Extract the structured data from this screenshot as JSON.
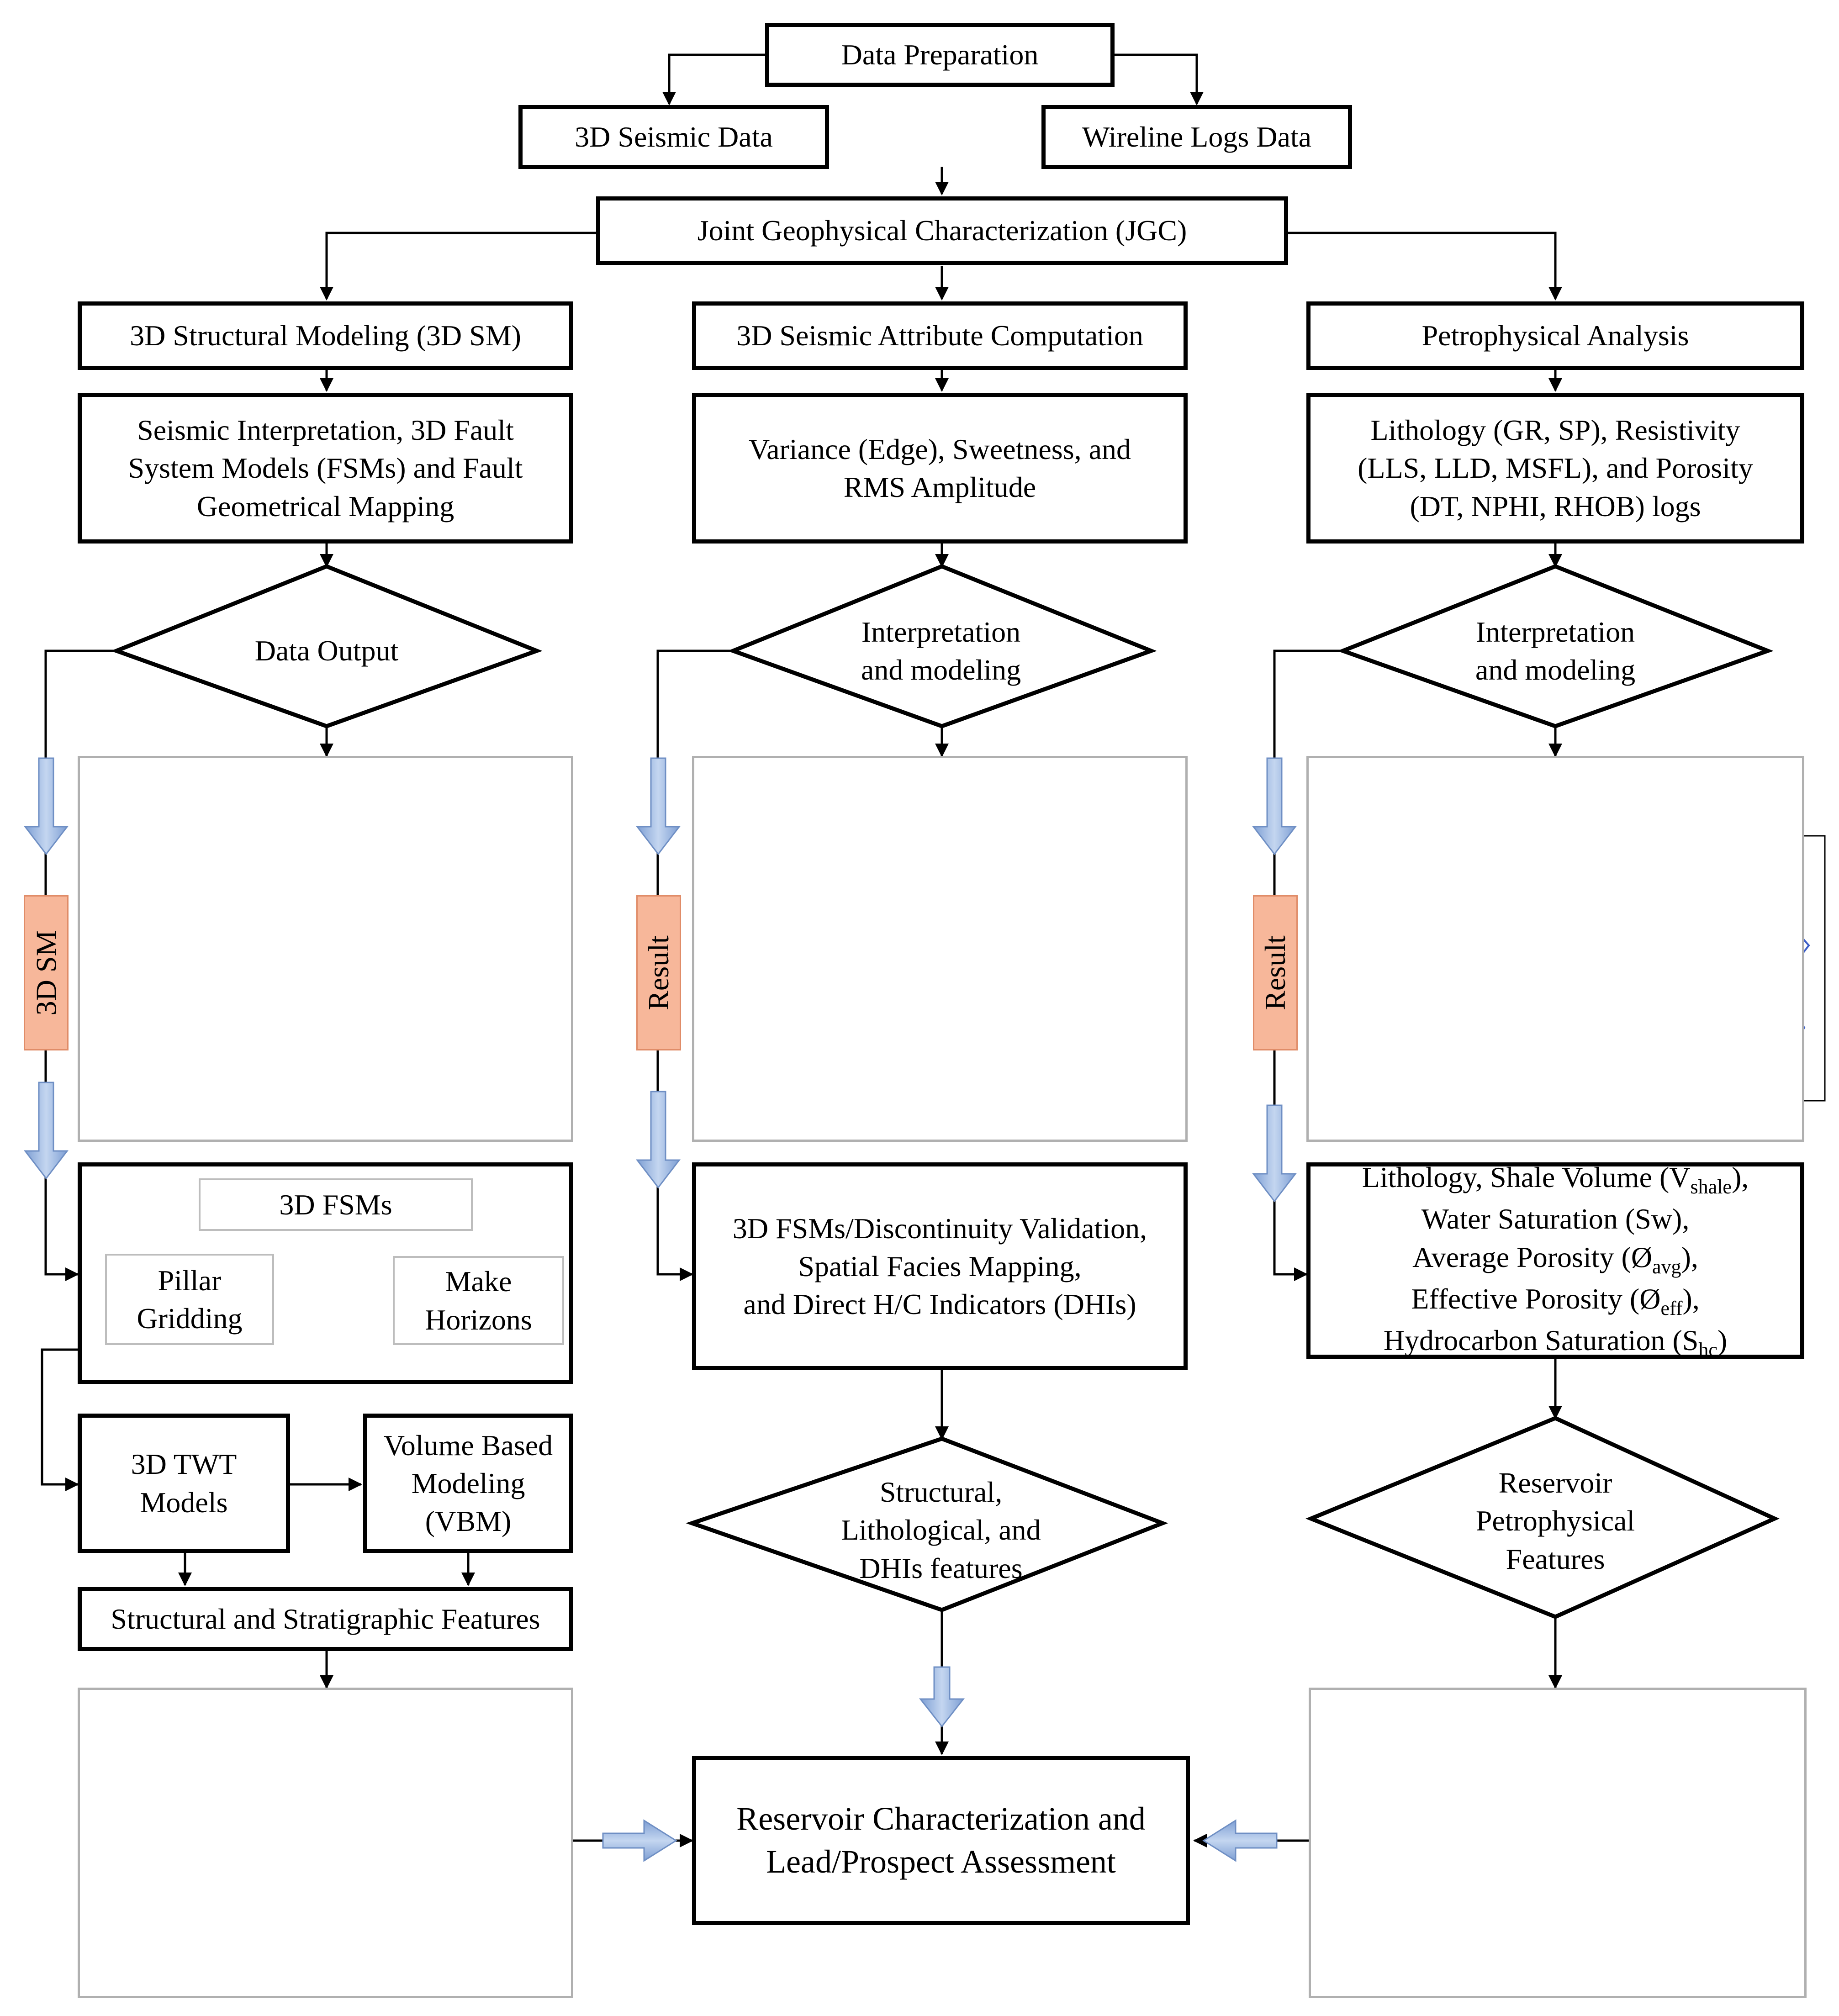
{
  "boxes": {
    "data_preparation": "Data Preparation",
    "seismic_data": "3D Seismic Data",
    "wireline_logs": "Wireline Logs Data",
    "jgc": "Joint Geophysical Characterization (JGC)",
    "structural_modeling": "3D Structural Modeling (3D SM)",
    "seismic_attribute": "3D Seismic Attribute Computation",
    "petrophysical_analysis": "Petrophysical Analysis",
    "seismic_interpretation": "Seismic Interpretation, 3D Fault\nSystem Models (FSMs) and Fault\nGeometrical Mapping",
    "variance_sweetness": "Variance (Edge), Sweetness, and\nRMS Amplitude",
    "lithology_logs": "Lithology (GR, SP), Resistivity\n(LLS, LLD, MSFL), and Porosity\n(DT, NPHI, RHOB) logs",
    "fsm_group": {
      "fsms": "3D FSMs",
      "pillar_gridding": "Pillar\nGridding",
      "make_horizons": "Make\nHorizons"
    },
    "validation": "3D FSMs/Discontinuity Validation,\nSpatial Facies Mapping,\nand Direct H/C Indicators (DHIs)",
    "saturation": {
      "line1": "Lithology, Shale Volume (V",
      "line1_sub": "shale",
      "line1_end": "),",
      "line2": "Water Saturation (Sw),",
      "line3": "Average Porosity (Ø",
      "line3_sub": "avg",
      "line3_end": "),",
      "line4": "Effective Porosity (Ø",
      "line4_sub": "eff",
      "line4_end": "),",
      "line5": "Hydrocarbon Saturation (S",
      "line5_sub": "hc",
      "line5_end": ")"
    },
    "twt_models": "3D TWT\nModels",
    "vbm": "Volume Based\nModeling\n(VBM)",
    "struct_strat": "Structural and Stratigraphic Features",
    "reservoir": "Reservoir Characterization and\nLead/Prospect Assessment"
  },
  "diamonds": {
    "data_output": "Data Output",
    "interp_middle": "Interpretation\nand modeling",
    "interp_right": "Interpretation\nand modeling",
    "features_middle": "Structural,\nLithological, and\nDHIs features",
    "features_right": "Reservoir\nPetrophysical\nFeatures"
  },
  "side_tags": {
    "left": "3D SM",
    "middle": "Result",
    "right": "Result"
  },
  "colors": {
    "box_border": "#000000",
    "tag_fill": "#f7b79a",
    "arrow_fill": "#9bb7e0",
    "panel_border": "#b0b0b0"
  }
}
